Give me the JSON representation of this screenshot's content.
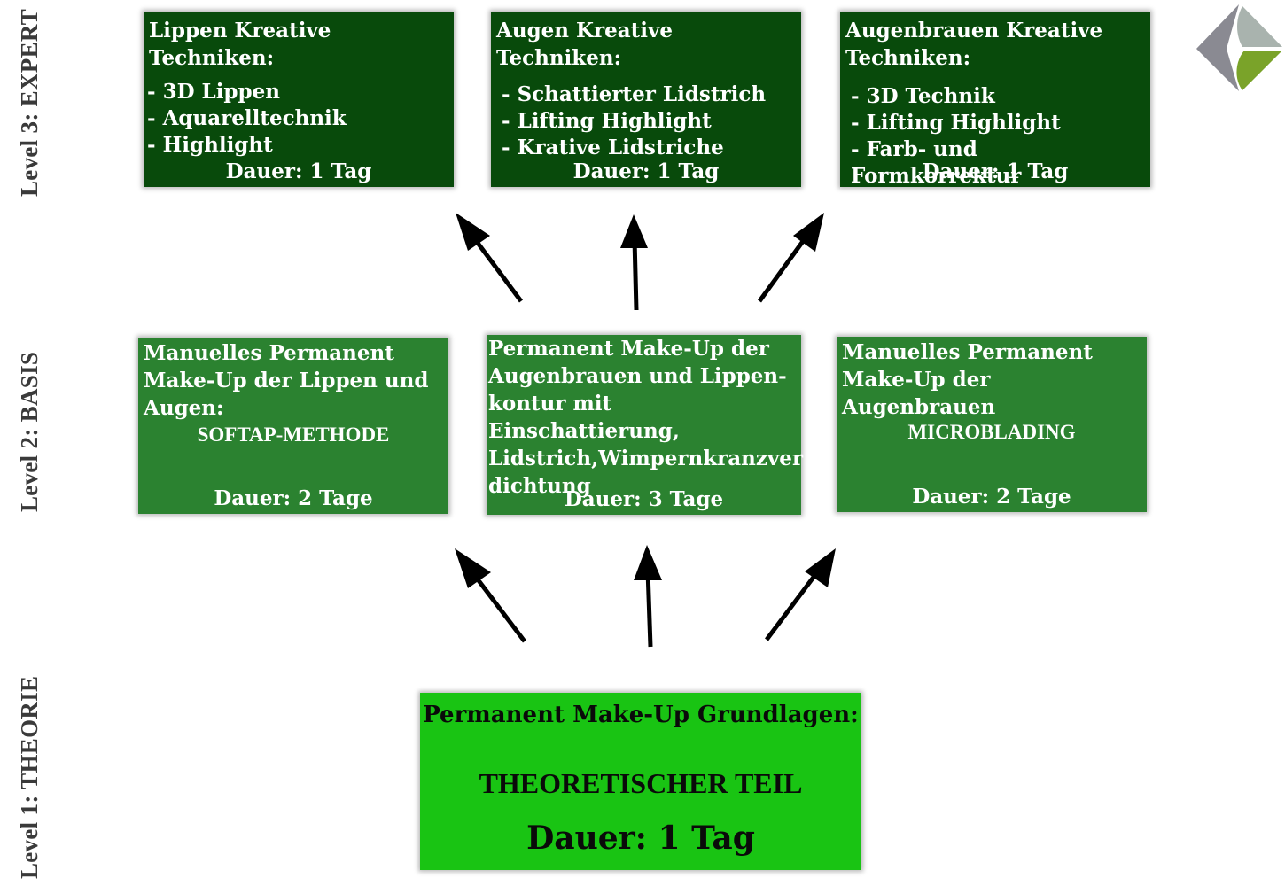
{
  "levels": {
    "expert": "Level 3: EXPERT",
    "basis": "Level 2: BASIS",
    "theory": "Level 1: THEORIE"
  },
  "expert_boxes": [
    {
      "title": "Lippen Kreative Techniken:",
      "items": [
        "3D Lippen",
        "Aquarelltechnik",
        "Highlight"
      ],
      "duration": "Dauer: 1 Tag"
    },
    {
      "title": "Augen Kreative Techniken:",
      "items": [
        "Schattierter Lidstrich",
        "Lifting Highlight",
        "Krative Lidstriche"
      ],
      "duration": "Dauer: 1 Tag"
    },
    {
      "title": "Augenbrauen Kreative Techniken:",
      "items": [
        "3D Technik",
        "Lifting Highlight",
        "Farb- und Formkorrektur"
      ],
      "duration": "Dauer: 1 Tag"
    }
  ],
  "basis_boxes": [
    {
      "title": "Manuelles Permanent Make-Up der Lippen und Augen:",
      "method": "SOFTAP-METHODE",
      "duration": "Dauer: 2 Tage"
    },
    {
      "title": "Permanent Make-Up der Augenbrauen und Lippen-kontur mit Einschattierung, Lidstrich,Wimpernkranzver dichtung",
      "duration": "Dauer: 3 Tage"
    },
    {
      "title": "Manuelles Permanent Make-Up der Augenbrauen",
      "method": "MICROBLADING",
      "duration": "Dauer: 2 Tage"
    }
  ],
  "theory_box": {
    "title": "Permanent Make-Up Grundlagen:",
    "method": "THEORETISCHER TEIL",
    "duration": "Dauer: 1 Tag"
  },
  "colors": {
    "expert": "#084a0b",
    "basis": "#2b8230",
    "theory": "#19c413",
    "logo_gray": "#8a8a92",
    "logo_green": "#7aa329"
  }
}
